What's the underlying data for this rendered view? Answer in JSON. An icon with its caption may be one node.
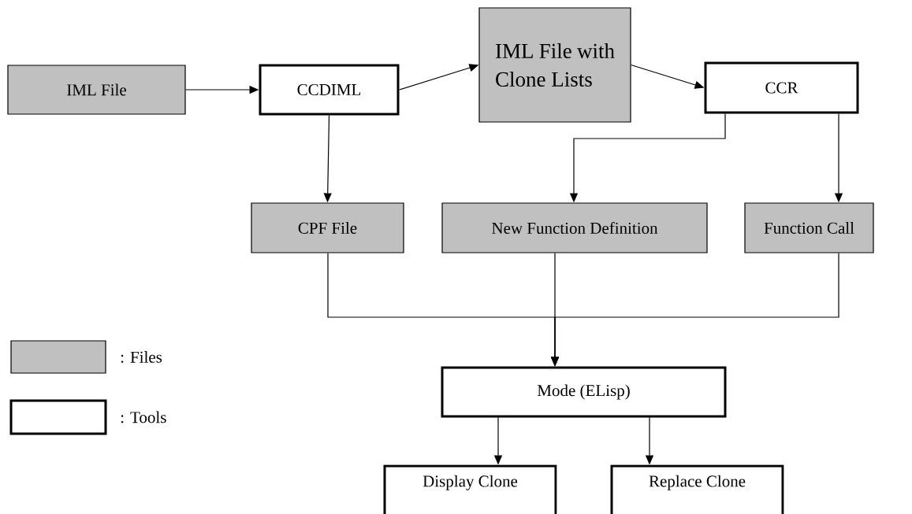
{
  "diagram": {
    "nodes": [
      {
        "text": [
          "IML File"
        ]
      },
      {
        "text": [
          "CCDIML"
        ]
      },
      {
        "text": [
          "IML File with Clone Lists"
        ]
      },
      {
        "text": [
          "CCR"
        ]
      },
      {
        "text": [
          "CPF File"
        ]
      },
      {
        "text": [
          "New Function Definition"
        ]
      },
      {
        "text": [
          "Function Call"
        ]
      },
      {
        "text": [
          "Mode (ELisp)"
        ]
      },
      {
        "text": [
          "Display Clone"
        ]
      },
      {
        "text": [
          "Replace Clone"
        ]
      }
    ],
    "edges": [
      {
        "from": 0,
        "to": 1,
        "arrow": "to"
      },
      {
        "from": 1,
        "to": 2,
        "arrow": "to"
      },
      {
        "from": 2,
        "to": 3,
        "arrow": "to"
      },
      {
        "from": 1,
        "to": 4,
        "arrow": "to"
      },
      {
        "from": 3,
        "to": 5,
        "arrow": "to"
      },
      {
        "from": 3,
        "to": 6,
        "arrow": "to"
      },
      {
        "from": 4,
        "to": 7,
        "arrow": "to"
      },
      {
        "from": 5,
        "to": 7,
        "arrow": "to"
      },
      {
        "from": 6,
        "to": 7,
        "arrow": "to"
      },
      {
        "from": 7,
        "to": 8,
        "arrow": "to"
      },
      {
        "from": 7,
        "to": 9,
        "arrow": "to"
      }
    ],
    "legend": [
      {
        "text": ": Files",
        "color": "#c0c0c0"
      },
      {
        "text": ": Tools"
      }
    ]
  }
}
